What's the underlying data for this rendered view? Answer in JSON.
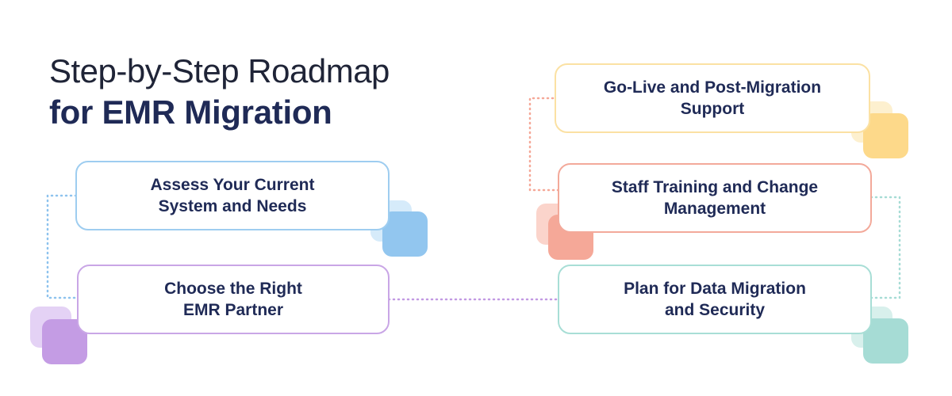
{
  "title": {
    "line1": "Step-by-Step Roadmap",
    "line2": "for EMR Migration"
  },
  "steps": [
    {
      "id": "assess",
      "label": "Assess Your Current\nSystem and Needs",
      "color": "#9ecdf0"
    },
    {
      "id": "choose",
      "label": "Choose the Right\nEMR Partner",
      "color": "#c9a6e6"
    },
    {
      "id": "plan",
      "label": "Plan for Data Migration\nand Security",
      "color": "#a8ded6"
    },
    {
      "id": "training",
      "label": "Staff Training and Change\nManagement",
      "color": "#f3a99a"
    },
    {
      "id": "golive",
      "label": "Go-Live and Post-Migration\nSupport",
      "color": "#fbe1a3"
    }
  ],
  "colors": {
    "heading_dark": "#1f2437",
    "heading_navy": "#1f2a56",
    "blue_accent": "#8ec3ee",
    "purple_accent": "#c29ae3",
    "teal_accent": "#a6dcd5",
    "salmon_accent": "#f5a898",
    "yellow_accent": "#fdd98a"
  }
}
